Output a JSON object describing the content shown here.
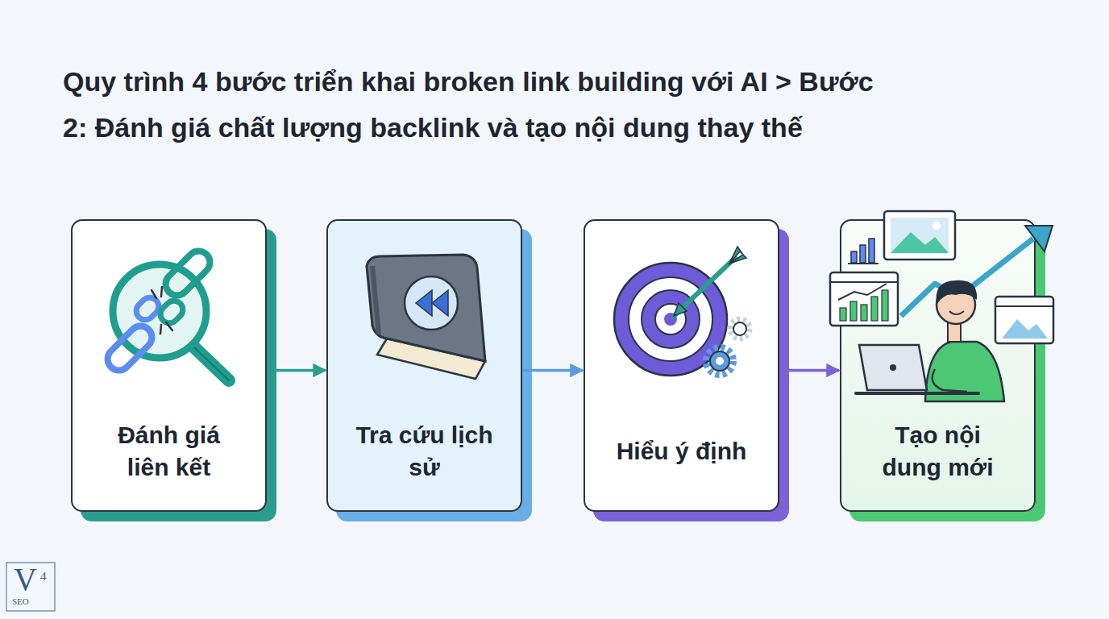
{
  "diagram": {
    "title": "Quy trình 4 bước triển khai broken link building với AI > Bước 2: Đánh giá chất lượng backlink và tạo nội dung thay thế",
    "nodes": [
      {
        "text": [
          "Đánh giá liên kết"
        ]
      },
      {
        "text": [
          "Tra cứu lịch sử"
        ]
      },
      {
        "text": [
          "Hiểu ý định"
        ]
      },
      {
        "text": [
          "Tạo nội dung mới"
        ]
      }
    ],
    "edges": [
      {
        "from": 0,
        "to": 1,
        "arrow": "to"
      },
      {
        "from": 1,
        "to": 2,
        "arrow": "to"
      },
      {
        "from": 2,
        "to": 3,
        "arrow": "to"
      }
    ],
    "labels": [
      "V",
      "4",
      "SEO"
    ]
  }
}
